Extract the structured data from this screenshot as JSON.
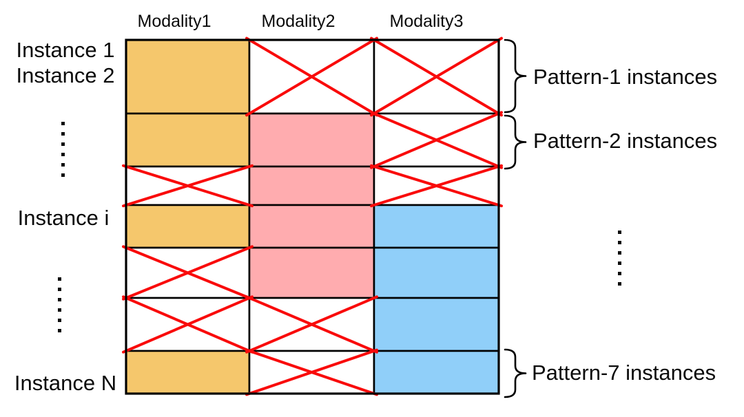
{
  "grid": {
    "modalities": [
      "Modality1",
      "Modality2",
      "Modality3"
    ],
    "rows": [
      [
        "modality1",
        "missing",
        "missing"
      ],
      [
        "modality1",
        "modality2",
        "missing"
      ],
      [
        "missing",
        "modality2",
        "missing"
      ],
      [
        "modality1",
        "modality2",
        "modality3"
      ],
      [
        "missing",
        "modality2",
        "modality3"
      ],
      [
        "missing",
        "missing",
        "modality3"
      ],
      [
        "modality1",
        "missing",
        "modality3"
      ]
    ]
  },
  "labels": {
    "instance_1": "Instance 1",
    "instance_2": "Instance 2",
    "instance_i": "Instance i",
    "instance_n": "Instance N"
  },
  "annotations": {
    "pattern_1": "Pattern-1 instances",
    "pattern_2": "Pattern-2 instances",
    "pattern_7": "Pattern-7 instances"
  },
  "ellipsis": {
    "dot_count": 6
  },
  "colors": {
    "modality1_fill": "#F5C76C",
    "modality2_fill": "#FFACAF",
    "modality3_fill": "#90CFF9",
    "missing_x": "#F90B0B",
    "grid_line": "#000000",
    "text": "#0A0A0A",
    "background": "#FFFFFF"
  }
}
